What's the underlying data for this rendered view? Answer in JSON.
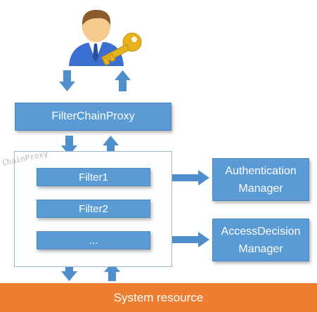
{
  "proxy": {
    "label": "FilterChainProxy"
  },
  "chain_frame": {
    "label": "ChainProxy"
  },
  "filters": [
    {
      "label": "Filter1"
    },
    {
      "label": "Filter2"
    },
    {
      "label": "..."
    }
  ],
  "managers": {
    "authentication": {
      "line1": "Authentication",
      "line2": "Manager"
    },
    "access_decision": {
      "line1": "AccessDecision",
      "line2": "Manager"
    }
  },
  "system_resource": {
    "label": "System resource"
  },
  "colors": {
    "box": "#5b9bd5",
    "arrow": "#4f8fcb",
    "resource": "#ed7d31",
    "frame_border": "#9fb6cc"
  }
}
